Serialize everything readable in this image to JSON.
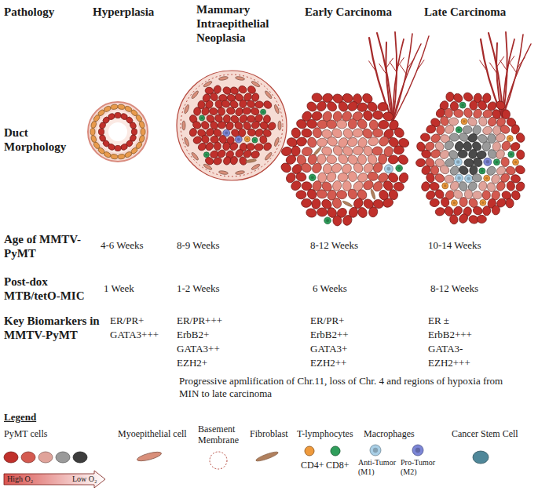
{
  "diagram": {
    "labels": [
      "Pathology",
      "Hyperplasia",
      "Mammary Intraepithelial Neoplasia",
      "Early Carcinoma",
      "Late Carcinoma",
      "Duct Morphology",
      "Age of MMTV-PyMT",
      "4-6 Weeks",
      "8-9 Weeks",
      "8-12 Weeks",
      "10-14 Weeks",
      "Post-dox MTB/tetO-MIC",
      "1 Week",
      "1-2 Weeks",
      "6 Weeks",
      "8-12 Weeks",
      "Key Biomarkers in MMTV-PyMT",
      "ER/PR+",
      "GATA3+++",
      "ER/PR+++",
      "ErbB2+",
      "GATA3++",
      "EZH2+",
      "ER/PR+",
      "ErbB2++",
      "GATA3+",
      "EZH2++",
      "ER ±",
      "ErbB2+++",
      "GATA3-",
      "EZH2+++",
      "Progressive apmlification of Chr.11, loss of Chr. 4 and regions of hypoxia from MIN to late carcinoma",
      "Legend",
      "T-lymphocytes",
      "Macrophages",
      "High O₂",
      "Low O₂"
    ],
    "legend": [
      {
        "text": "PyMT cells"
      },
      {
        "text": "Myoepithelial cell"
      },
      {
        "text": "Basement Membrane"
      },
      {
        "text": "Fibroblast"
      },
      {
        "text": "CD4+",
        "color": "#ef9a3c"
      },
      {
        "text": "CD8+",
        "color": "#2f9e5b"
      },
      {
        "text": "Anti-Tumor (M1)"
      },
      {
        "text": "Pro-Tumor (M2)"
      },
      {
        "text": "Cancer Stem Cell"
      }
    ]
  }
}
